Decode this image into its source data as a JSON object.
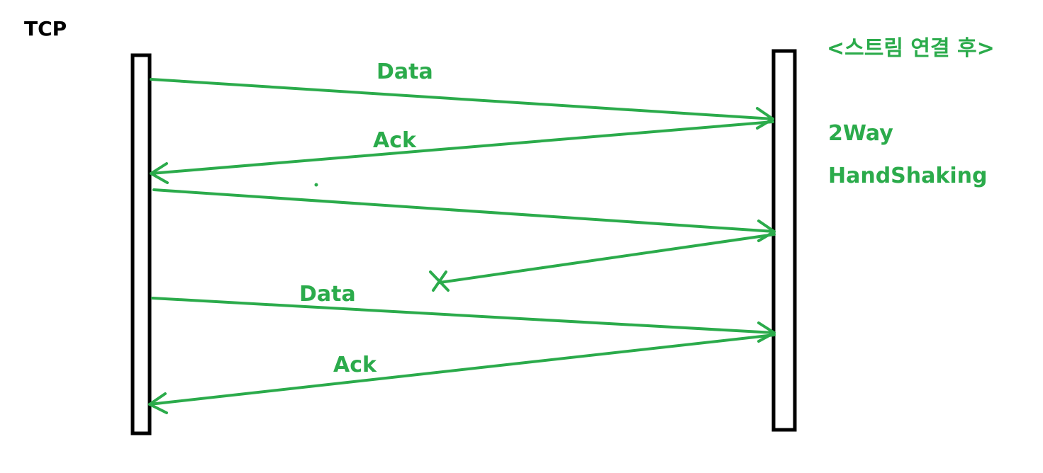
{
  "title": "TCP",
  "heading": "<스트림 연결 후>",
  "side_note": [
    "2Way",
    "HandShaking"
  ],
  "message_labels": {
    "data_1": "Data",
    "ack_1": "Ack",
    "data_2": "Data",
    "ack_2": "Ack"
  },
  "colors": {
    "green": "#2bab4b",
    "black": "#000000"
  }
}
